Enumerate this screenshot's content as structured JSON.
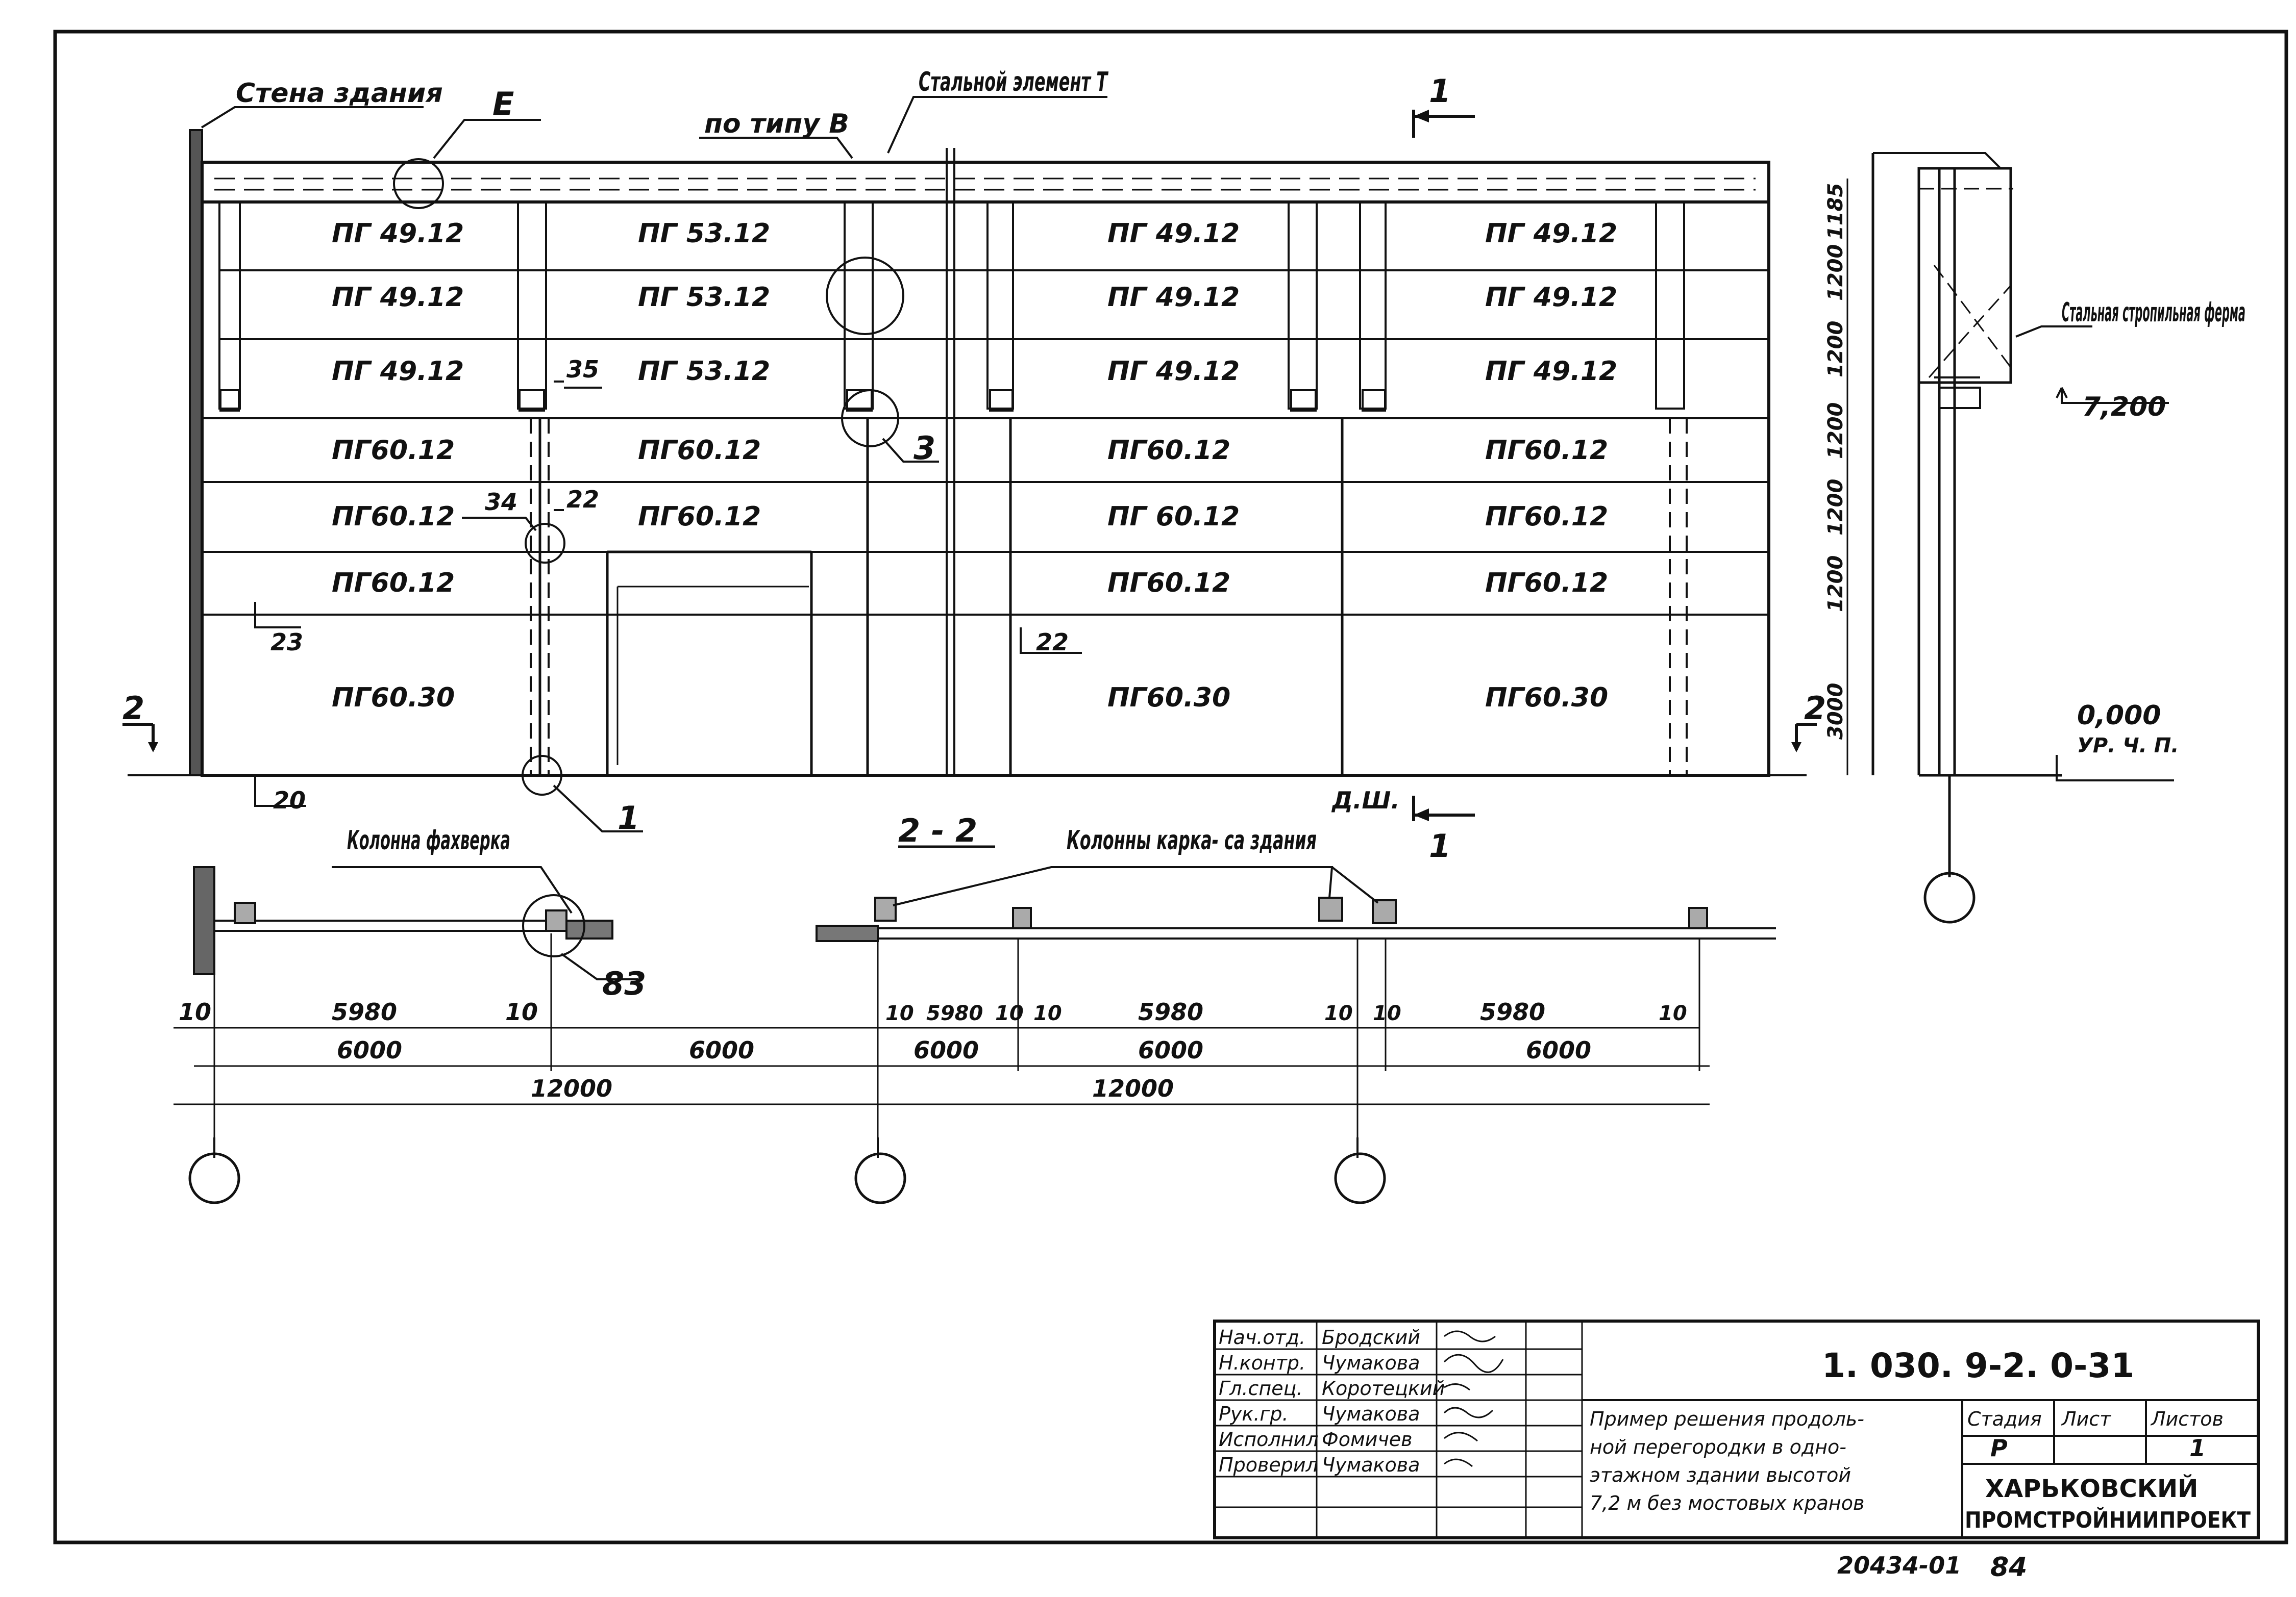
{
  "labels": {
    "wall": "Стена здания",
    "detail_e": "Е",
    "type_b": "по типу В",
    "steel_element": "Стальной элемент Т",
    "steel_truss": "Стальная стропильная ферма",
    "column_fachwerk": "Колонна фахверка",
    "frame_columns": "Колонны карка- са здания",
    "section_11": "1",
    "section_22": "2",
    "section_22_title": "2 - 2",
    "ds": "Д.Ш.",
    "mark_35": "35",
    "mark_34": "34",
    "mark_22a": "22",
    "mark_22b": "22",
    "mark_23": "23",
    "mark_20": "20",
    "mark_3": "3",
    "mark_1": "1",
    "mark_83": "83"
  },
  "panels": [
    [
      "ПГ 49.12",
      "ПГ 53.12",
      "ПГ 49.12",
      "ПГ 49.12"
    ],
    [
      "ПГ 49.12",
      "ПГ 53.12",
      "ПГ 49.12",
      "ПГ 49.12"
    ],
    [
      "ПГ 49.12",
      "ПГ 53.12",
      "ПГ 49.12",
      "ПГ 49.12"
    ],
    [
      "ПГ60.12",
      "ПГ60.12",
      "ПГ60.12",
      "ПГ60.12"
    ],
    [
      "ПГ60.12",
      "ПГ60.12",
      "ПГ 60.12",
      "ПГ60.12"
    ],
    [
      "ПГ60.12",
      "",
      "ПГ60.12",
      "ПГ60.12"
    ],
    [
      "ПГ60.30",
      "",
      "ПГ60.30",
      "ПГ60.30"
    ]
  ],
  "section_dims": {
    "vertical": [
      "3000",
      "1200",
      "1200",
      "1200",
      "1200",
      "1200",
      "1185"
    ],
    "level_top": "7,200",
    "level_zero": "0,000",
    "floor": "УР. Ч. П."
  },
  "plan_dims": {
    "left": {
      "a": "10",
      "b": "5980",
      "c": "10",
      "span": "6000"
    },
    "middle": "6000",
    "right_small": {
      "a": "10",
      "b": "5980",
      "c": "10",
      "span": "6000"
    },
    "right_bays": [
      {
        "a": "10",
        "b": "5980",
        "c": "10",
        "span": "6000"
      },
      {
        "a": "10",
        "b": "5980",
        "c": "10",
        "span": "6000"
      }
    ],
    "total_left": "12000",
    "total_right": "12000"
  },
  "title_block": {
    "signatures": [
      {
        "role": "Нач.отд.",
        "name": "Бродский"
      },
      {
        "role": "Н.контр.",
        "name": "Чумакова"
      },
      {
        "role": "Гл.спец.",
        "name": "Коротецкий"
      },
      {
        "role": "Рук.гр.",
        "name": "Чумакова"
      },
      {
        "role": "Исполнил",
        "name": "Фомичев"
      },
      {
        "role": "Проверил",
        "name": "Чумакова"
      }
    ],
    "code": "1. 030. 9-2. 0-31",
    "description": [
      "Пример решения продоль-",
      "ной перегородки в одно-",
      "этажном здании высотой",
      "7,2 м без мостовых кранов"
    ],
    "stage_head": "Стадия",
    "sheet_head": "Лист",
    "sheets_head": "Листов",
    "stage": "Р",
    "sheets": "1",
    "org": [
      "ХАРЬКОВСКИЙ",
      "ПРОМСТРОЙНИИПРОЕКТ"
    ],
    "archive": "20434-01",
    "page": "84"
  }
}
